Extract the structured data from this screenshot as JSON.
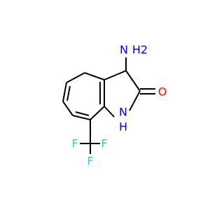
{
  "molecule": {
    "atoms": {
      "amino_n": {
        "label": "N",
        "color": "#0000ff"
      },
      "amino_h2": {
        "label": "H2",
        "color": "#0000ff"
      },
      "carbonyl_o": {
        "label": "O",
        "color": "#ff0000"
      },
      "ring_n": {
        "label": "N",
        "color": "#0000ff"
      },
      "ring_h": {
        "label": "H",
        "color": "#0000ff"
      },
      "fluorine_top": {
        "label": "F",
        "color": "#33cccc"
      },
      "fluorine_bottom_left": {
        "label": "F",
        "color": "#33cccc"
      },
      "fluorine_bottom_right": {
        "label": "F",
        "color": "#33cccc"
      }
    },
    "bond_color": "#000000"
  }
}
